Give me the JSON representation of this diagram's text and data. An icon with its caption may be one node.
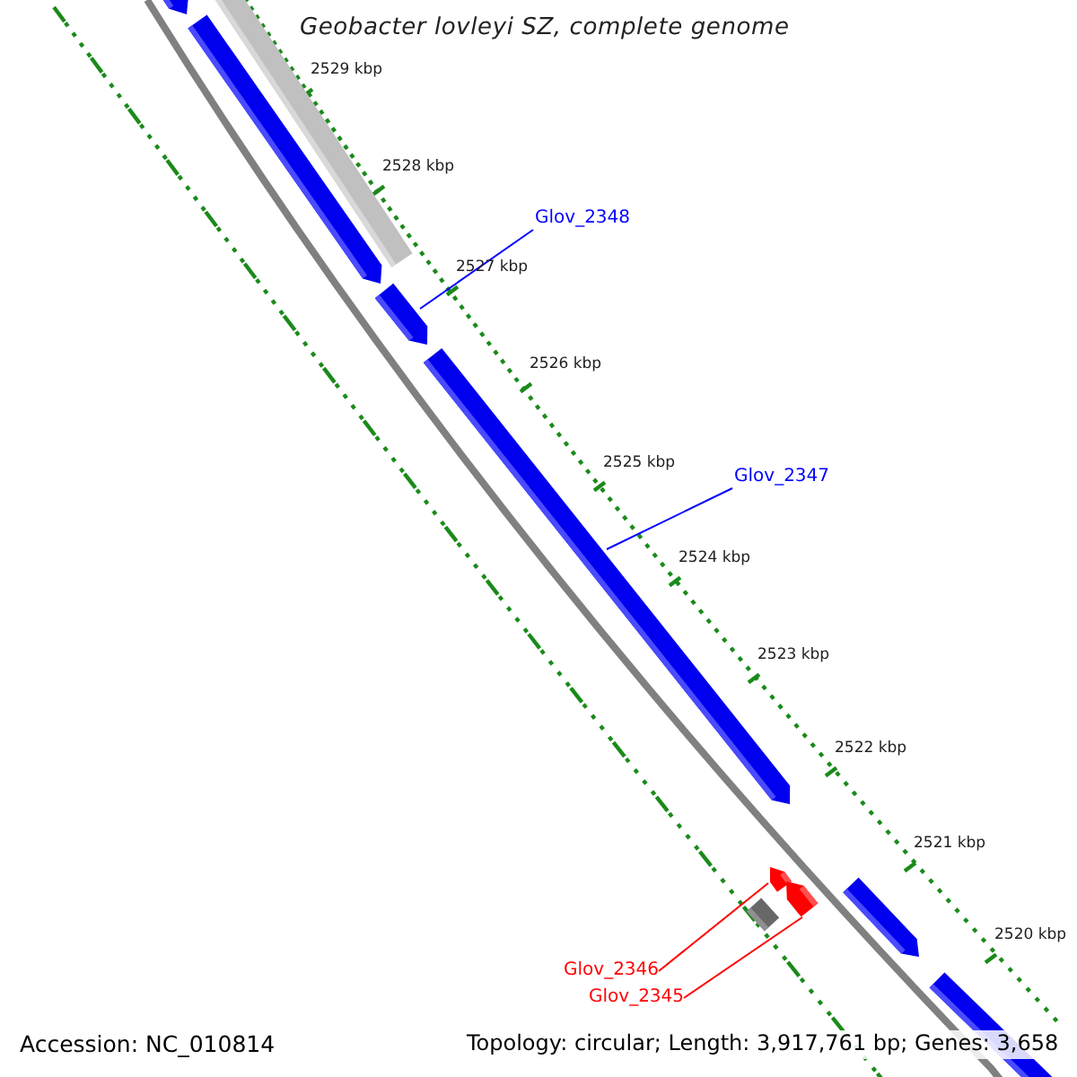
{
  "diagram": {
    "title": "Geobacter lovleyi SZ, complete genome",
    "nodes": [
      {
        "text": [
          "Glov_2348"
        ]
      },
      {
        "text": [
          "Glov_2347"
        ]
      },
      {
        "text": [
          "Glov_2346"
        ]
      },
      {
        "text": [
          "Glov_2345"
        ]
      },
      {
        "text": [],
        "shape": "bar"
      },
      {
        "text": [],
        "shape": "bar"
      },
      {
        "text": [],
        "shape": "bar"
      },
      {
        "text": [],
        "shape": "bar"
      }
    ],
    "edges": [
      {
        "from": 0,
        "to": 4,
        "arrow": "none",
        "color": "#0000ff"
      },
      {
        "from": 1,
        "to": 5,
        "arrow": "none",
        "color": "#0000ff"
      },
      {
        "from": 2,
        "to": 6,
        "arrow": "none",
        "color": "#ff0000"
      },
      {
        "from": 3,
        "to": 7,
        "arrow": "none",
        "color": "#ff0000"
      }
    ],
    "labels": [
      "2529 kbp",
      "2528 kbp",
      "2527 kbp",
      "2526 kbp",
      "2525 kbp",
      "2524 kbp",
      "2523 kbp",
      "2522 kbp",
      "2521 kbp",
      "2520 kbp",
      "Accession: NC_010814",
      "Topology: circular; Length: 3,917,761 bp; Genes: 3,658"
    ]
  }
}
